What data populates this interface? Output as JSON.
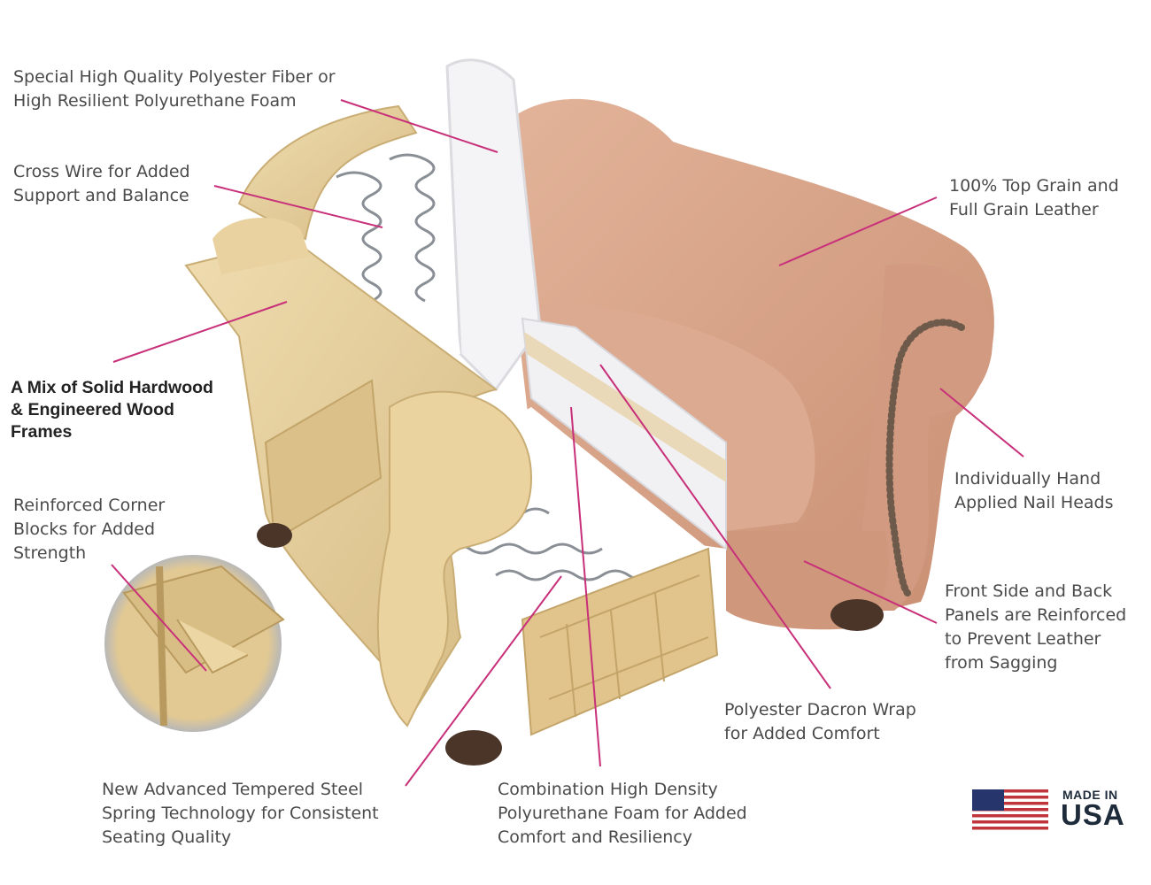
{
  "labels": {
    "fiber_foam": "Special High Quality Polyester Fiber or\nHigh Resilient Polyurethane Foam",
    "cross_wire": "Cross Wire for Added\nSupport and Balance",
    "hardwood_frames": "A Mix of Solid Hardwood\n& Engineered Wood\nFrames",
    "corner_blocks": "Reinforced Corner\nBlocks for Added\nStrength",
    "steel_spring": "New Advanced Tempered Steel\nSpring Technology for Consistent\nSeating Quality",
    "hd_foam": "Combination High Density\nPolyurethane Foam for Added\nComfort and Resiliency",
    "dacron_wrap": "Polyester Dacron Wrap\nfor Added Comfort",
    "leather": "100% Top Grain and\nFull Grain Leather",
    "nail_heads": "Individually Hand\nApplied Nail Heads",
    "panels": "Front Side and Back\nPanels are Reinforced\nto Prevent Leather\nfrom Sagging"
  },
  "badge": {
    "line1": "MADE IN",
    "line2": "USA"
  },
  "colors": {
    "leader_line": "#c8307a",
    "leather": "#d8a68c",
    "wood": "#e6cf9c",
    "foam": "#f4f4f6",
    "spring": "#8a8f96",
    "flag_red": "#c0343c",
    "flag_blue": "#26356b"
  }
}
